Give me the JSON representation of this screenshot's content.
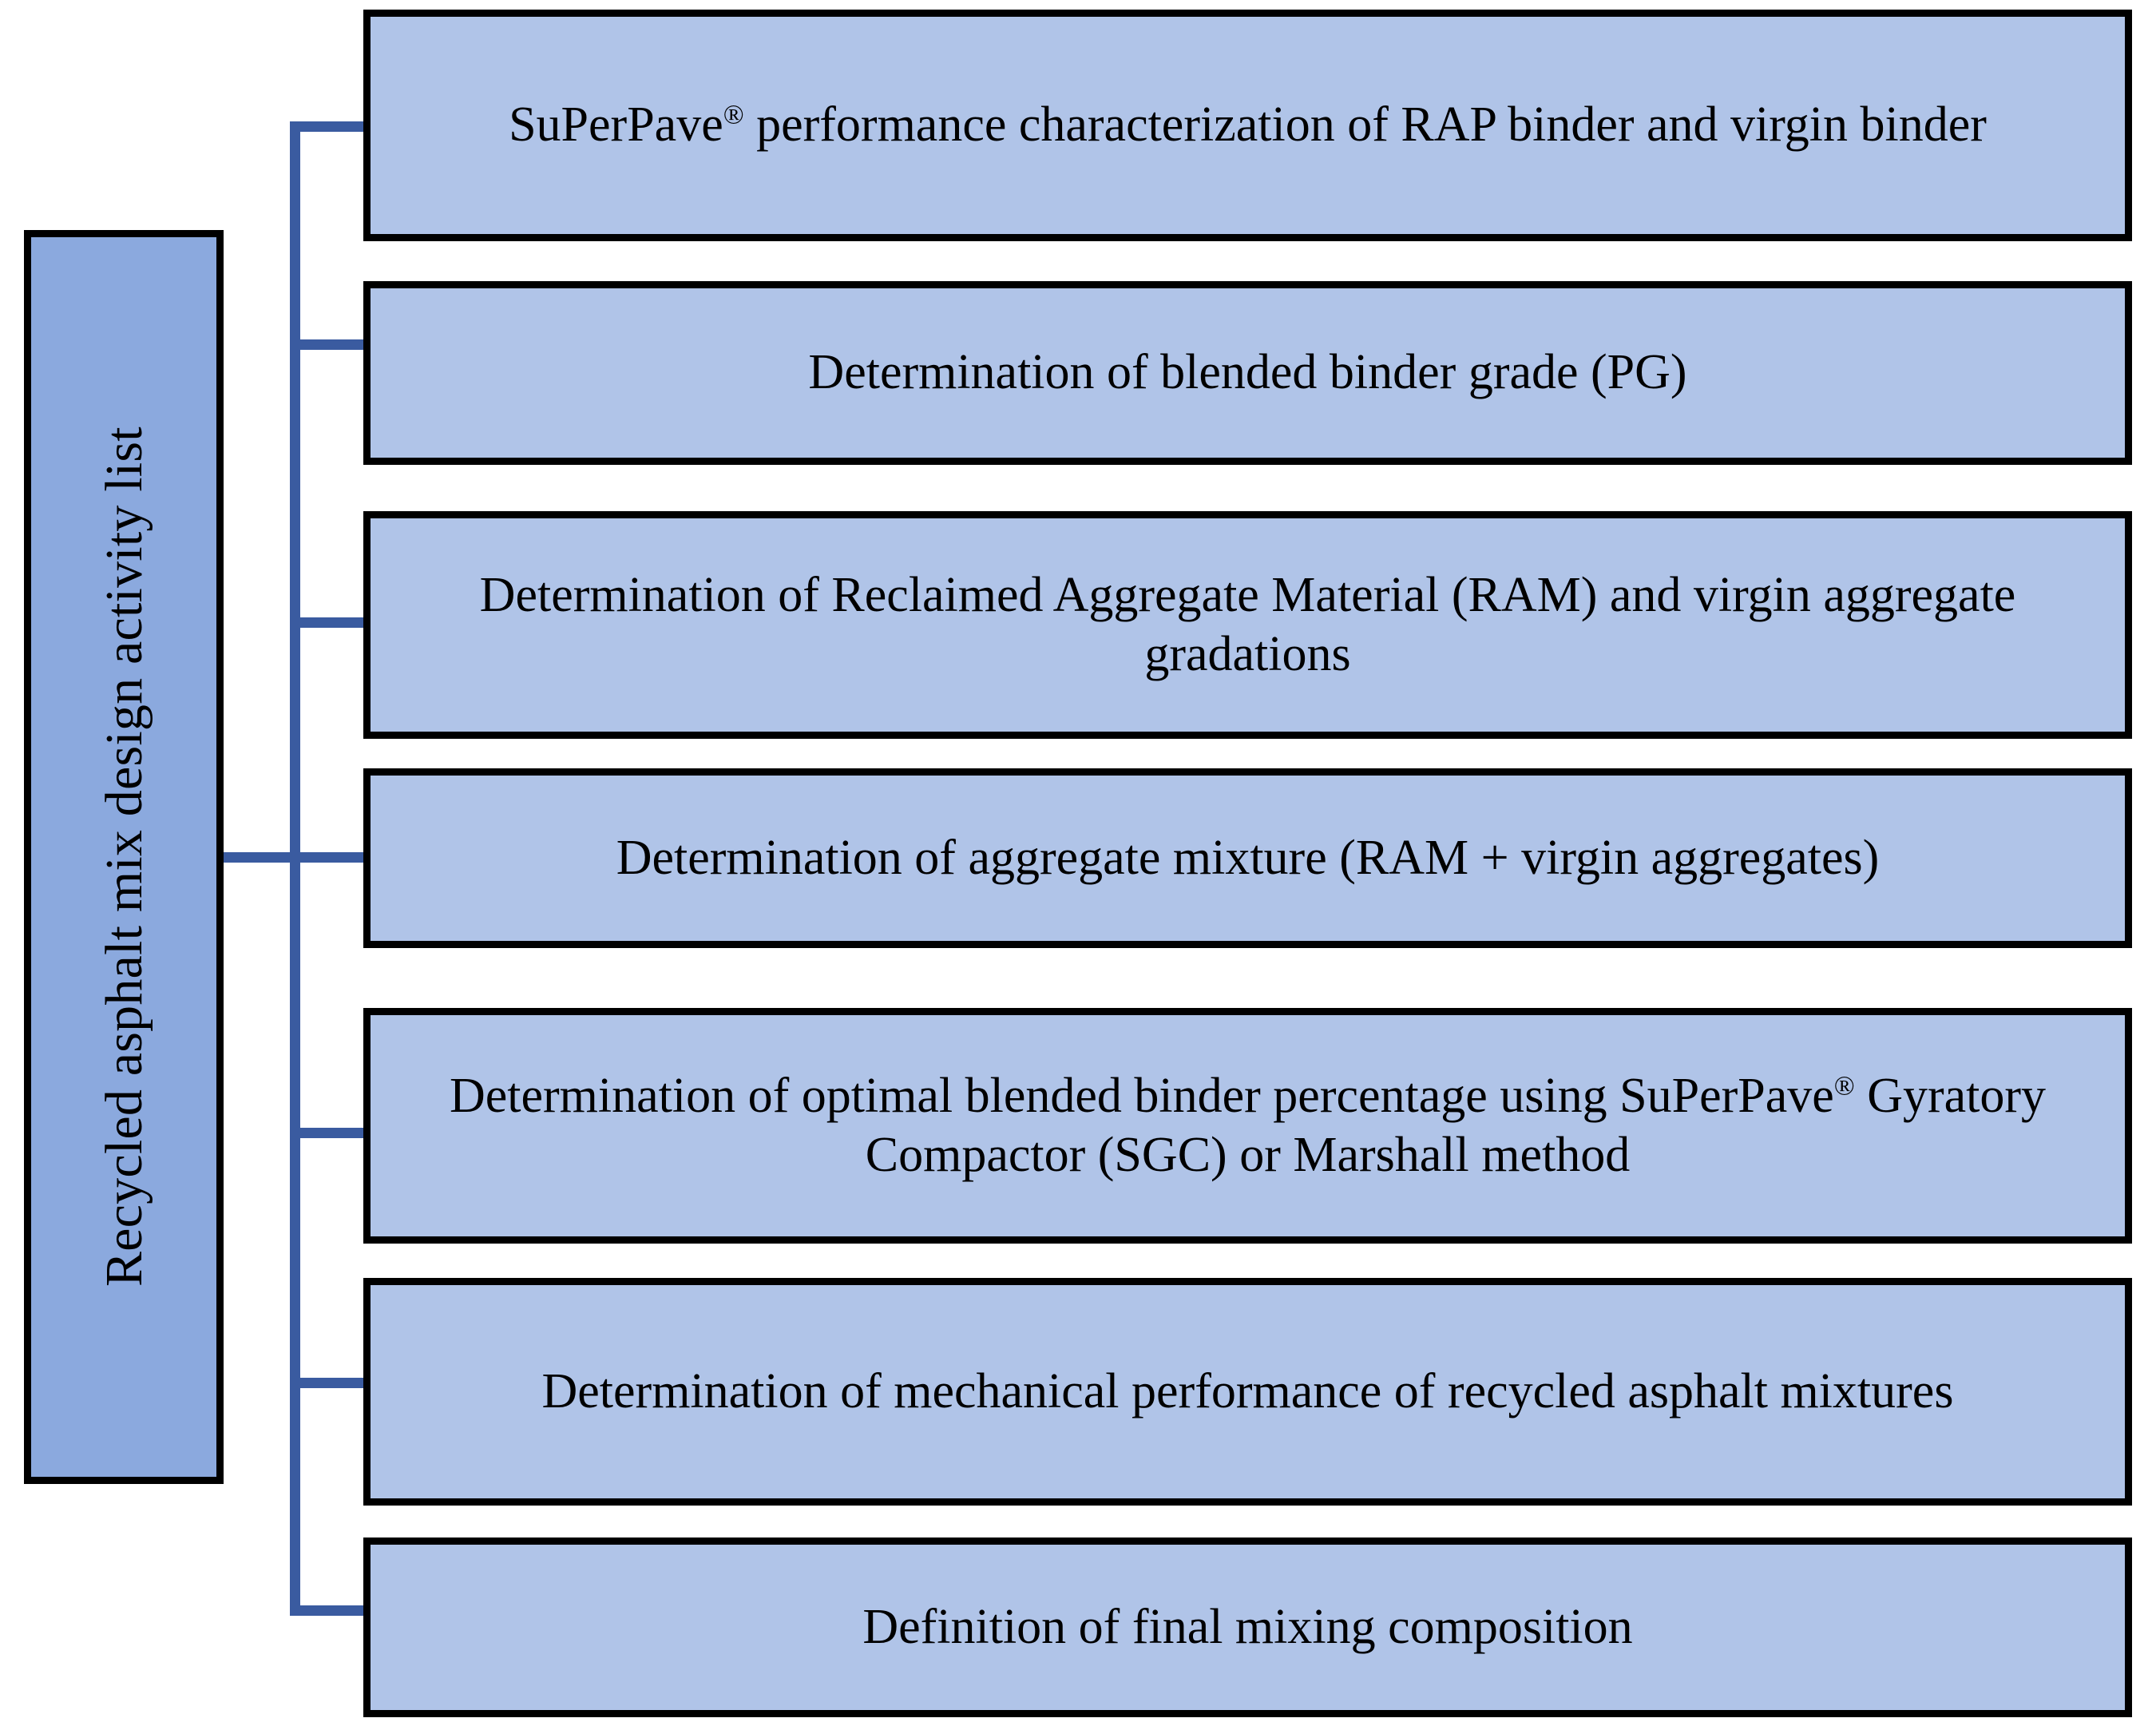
{
  "diagram": {
    "type": "tree",
    "root": {
      "label": "Recycled asphalt mix design activity list",
      "fill_color": "#8BA9DE",
      "border_color": "#000000",
      "orientation": "vertical-rotated-ccw"
    },
    "connector_color": "#3A5BA0",
    "node_fill_color": "#B0C4E8",
    "node_border_color": "#000000",
    "nodes": [
      {
        "id": "activity-1",
        "lines": [
          "SuPerPave® performance characterization of RAP binder and",
          "virgin binder"
        ],
        "text": "SuPerPave® performance characterization of RAP binder and virgin binder",
        "pre": "SuPerPave",
        "sup": "®",
        "post": " performance characterization of RAP binder and virgin binder"
      },
      {
        "id": "activity-2",
        "lines": [
          "Determination of blended binder grade (PG)"
        ],
        "text": "Determination of blended binder grade (PG)"
      },
      {
        "id": "activity-3",
        "lines": [
          "Determination of Reclaimed Aggregate Material (RAM) and",
          "virgin aggregate gradations"
        ],
        "text": "Determination of Reclaimed Aggregate Material (RAM) and virgin aggregate gradations"
      },
      {
        "id": "activity-4",
        "lines": [
          "Determination of aggregate mixture (RAM + virgin aggregates)"
        ],
        "text": "Determination of aggregate mixture (RAM + virgin aggregates)"
      },
      {
        "id": "activity-5",
        "lines": [
          "Determination of optimal blended binder percentage using",
          "SuPerPave® Gyratory Compactor (SGC) or Marshall method"
        ],
        "text": "Determination of optimal blended binder percentage using SuPerPave® Gyratory Compactor (SGC) or Marshall method",
        "pre": "Determination of optimal blended binder percentage using SuPerPave",
        "sup": "®",
        "post": " Gyratory Compactor (SGC) or Marshall method"
      },
      {
        "id": "activity-6",
        "lines": [
          "Determination of mechanical performance of recycled asphalt",
          "mixtures"
        ],
        "text": "Determination of mechanical performance of recycled asphalt mixtures"
      },
      {
        "id": "activity-7",
        "lines": [
          "Definition of final mixing composition"
        ],
        "text": "Definition of final mixing composition"
      }
    ]
  }
}
